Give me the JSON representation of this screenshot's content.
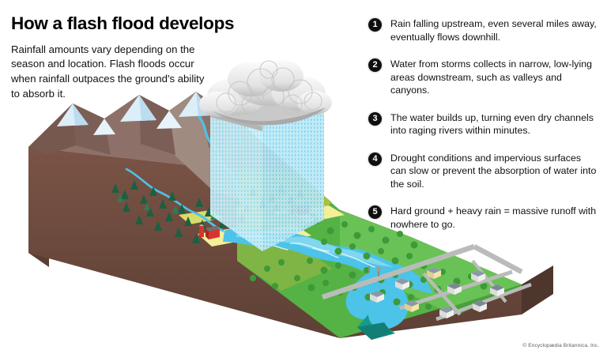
{
  "header": {
    "title": "How a flash flood develops",
    "intro": "Rainfall amounts vary depending on the season and location. Flash floods occur when rainfall outpaces the ground's ability to absorb it."
  },
  "steps": [
    {
      "number": "1",
      "text": "Rain falling upstream, even several miles away, eventually flows downhill."
    },
    {
      "number": "2",
      "text": "Water from storms collects in narrow, low-lying areas downstream, such as valleys and canyons."
    },
    {
      "number": "3",
      "text": "The water builds up, turning even dry channels into raging rivers within minutes."
    },
    {
      "number": "4",
      "text": "Drought conditions and impervious surfaces can slow or prevent the absorption of water into the soil."
    },
    {
      "number": "5",
      "text": "Hard ground + heavy rain = massive runoff with nowhere to go."
    }
  ],
  "credit": "© Encyclopædia Britannica, Inc.",
  "illustration": {
    "description": "Isometric block diagram of a watershed: snow-capped mountains upper left, a storm cloud raining over the mid-slope, a river swelling into a flood through farmland, and a suburban neighborhood with roads and houses at the lower right.",
    "parts": [
      "snow-capped-mountains",
      "storm-cloud",
      "rain-column",
      "conifer-forest",
      "mountain-stream",
      "flooded-river",
      "farm-fields",
      "red-barns",
      "roads",
      "houses",
      "soil-cross-section"
    ],
    "colors": {
      "soil_front": "#6b4a3d",
      "soil_left": "#5b3e33",
      "soil_top_edge": "#7d574a",
      "rock_light": "#a08b81",
      "rock_mid": "#8d7168",
      "rock_dark": "#76584f",
      "snow": "#dceef8",
      "snow_shade": "#bcdcef",
      "grass_light": "#69c255",
      "grass_mid": "#55b245",
      "grass_dark": "#3e9a38",
      "grass_olive": "#a9bf3f",
      "crop_yellow": "#f5ef9a",
      "tree_dark": "#1d5f42",
      "tree_mid": "#2e7d52",
      "water_blue": "#4cc3e8",
      "water_light": "#8fdcf2",
      "water_deep": "#1e9bb8",
      "water_teal": "#169a8e",
      "cloud_white": "#f2f2f2",
      "cloud_grey": "#cfcfcf",
      "cloud_shadow": "#b4b4b4",
      "rain": "#a8e8f5",
      "road_grey": "#b9bcb8",
      "barn_red": "#d8342c",
      "house_white": "#f0f0ee",
      "roof_grey": "#8b99a6"
    }
  }
}
